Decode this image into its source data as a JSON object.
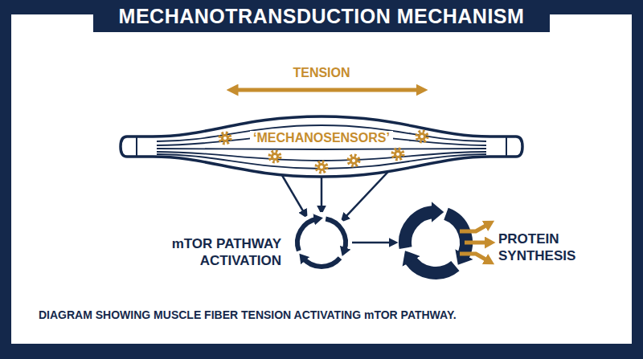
{
  "diagram": {
    "title": "MECHANOTRANSDUCTION MECHANISM",
    "caption": "DIAGRAM SHOWING MUSCLE FIBER TENSION ACTIVATING mTOR PATHWAY.",
    "nodes": [
      {
        "text": [
          "‘MECHANOSENSORS’"
        ]
      },
      {
        "text": [
          "mTOR PATHWAY ACTIVATION"
        ]
      },
      {
        "text": [
          "PROTEIN SYNTHESIS"
        ]
      }
    ],
    "edges": [
      {
        "from": 0,
        "to": 1,
        "arrow": "to"
      },
      {
        "from": 1,
        "to": 2,
        "arrow": "to"
      }
    ],
    "labels": [
      "TENSION"
    ]
  }
}
